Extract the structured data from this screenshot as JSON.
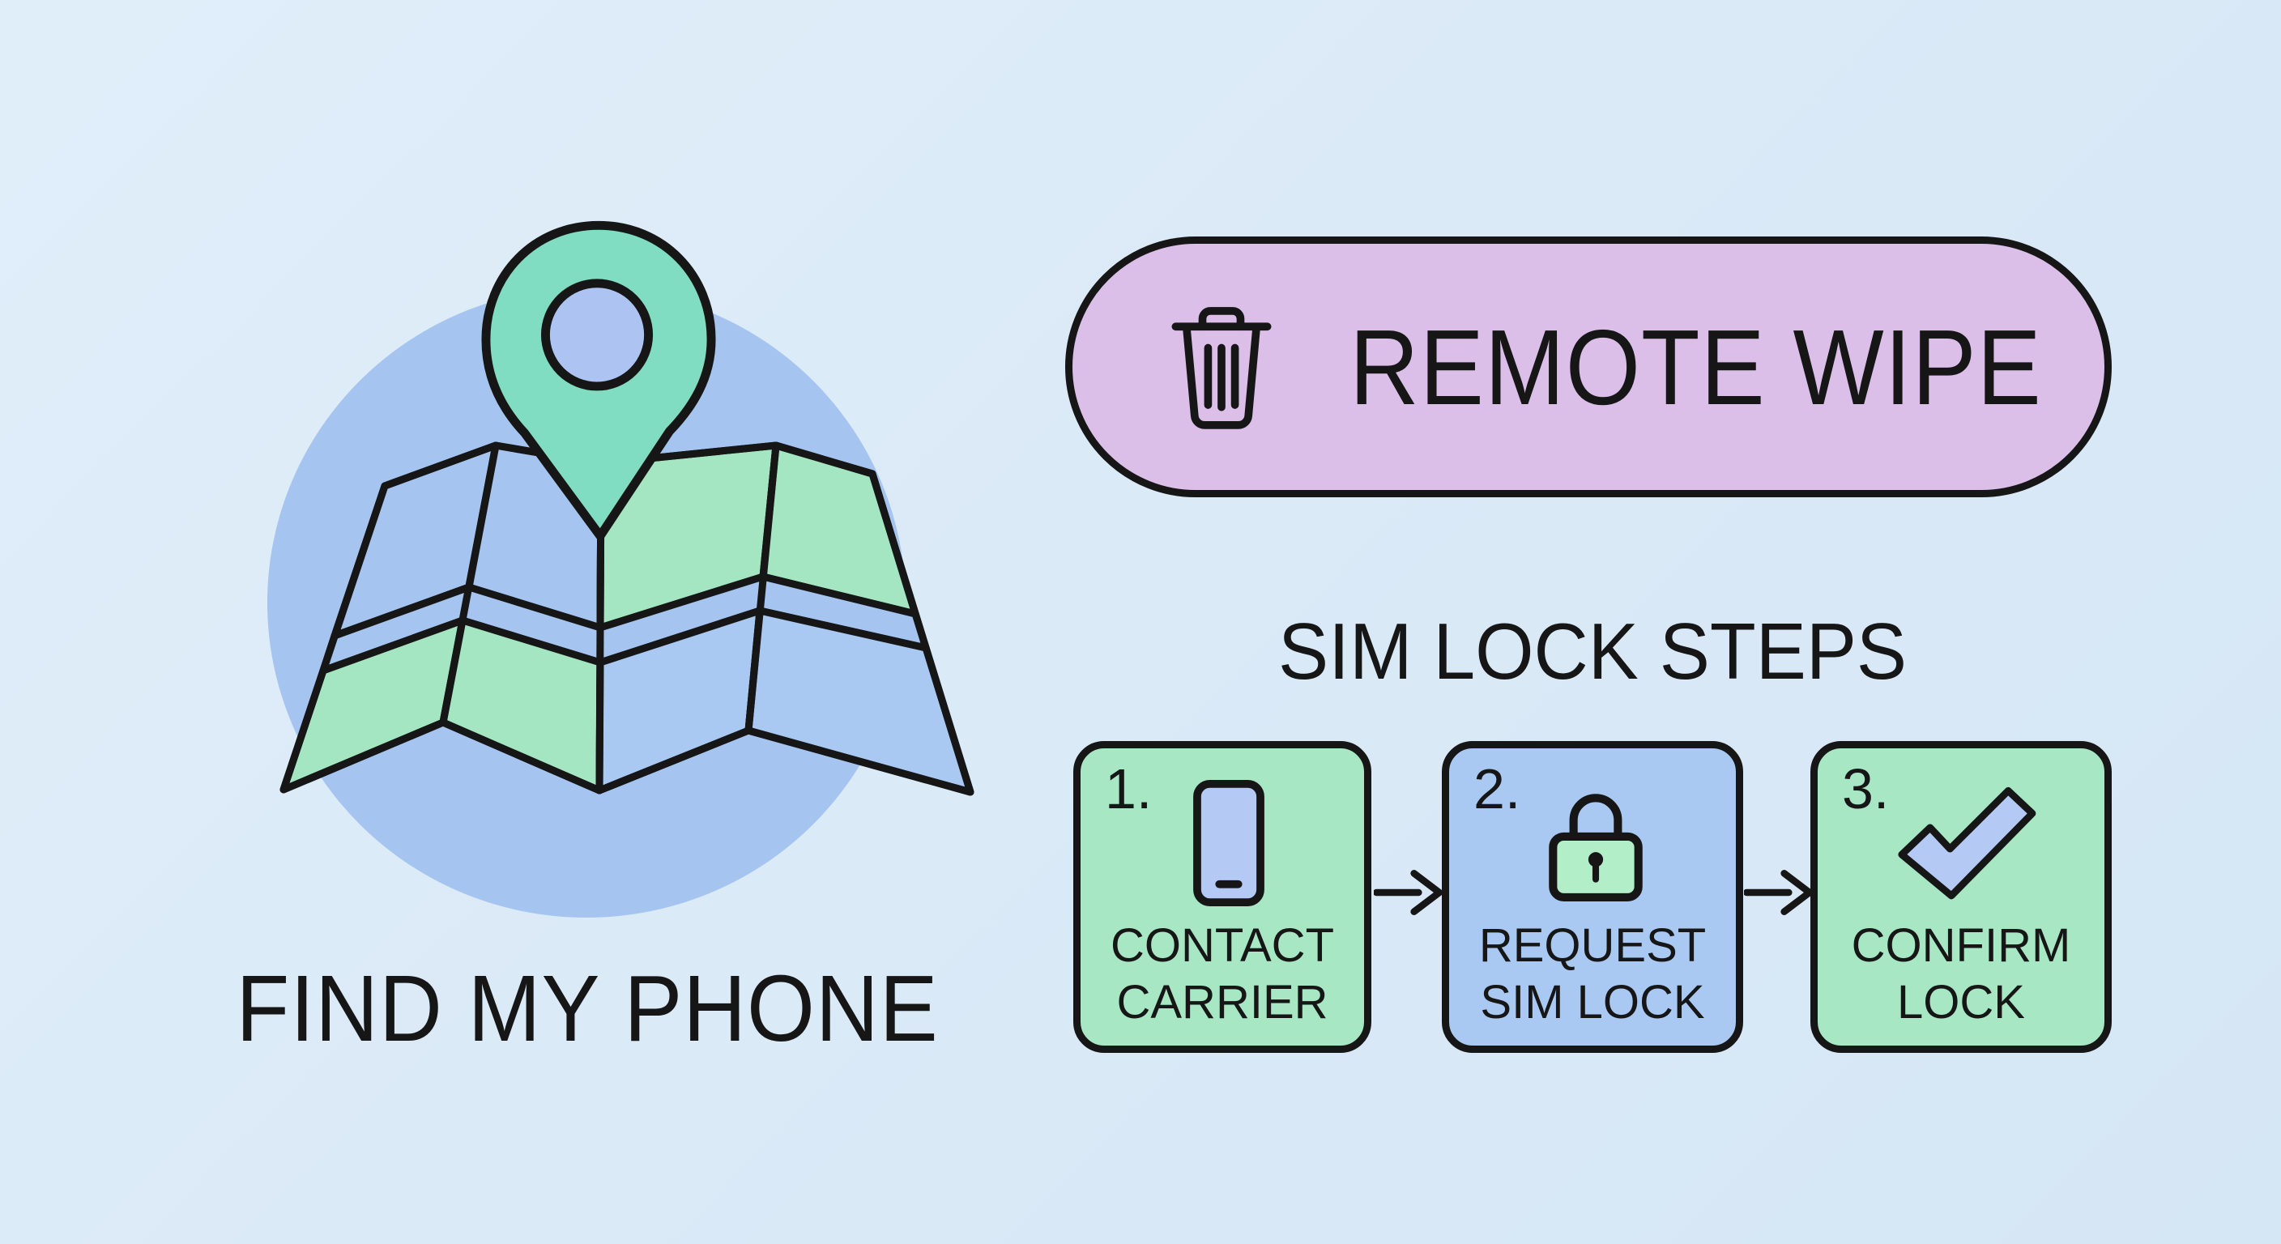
{
  "colors": {
    "background": "#dbeaf7",
    "ink": "#161616",
    "circle_blue": "#a5c5f0",
    "map_blue": "#a5c5f0",
    "map_green": "#a5e6c2",
    "pin_teal": "#80ddc1",
    "pin_hole_blue": "#adc4f2",
    "pill_lavender": "#dbbfe9",
    "box_green": "#a7e7c4",
    "box_blue": "#a9c9f2",
    "icon_fill_blue": "#b4c9f4",
    "lock_body_green": "#b2eec8"
  },
  "find_my_phone": {
    "label": "FIND MY PHONE",
    "icon": "map-location-pin-icon"
  },
  "remote_wipe": {
    "label": "REMOTE WIPE",
    "icon": "trash-icon"
  },
  "sim_lock": {
    "heading": "SIM LOCK STEPS",
    "connector_icon": "arrow-right-icon",
    "steps": [
      {
        "number": "1.",
        "icon": "smartphone-icon",
        "label_line1": "CONTACT",
        "label_line2": "CARRIER"
      },
      {
        "number": "2.",
        "icon": "padlock-icon",
        "label_line1": "REQUEST",
        "label_line2": "SIM LOCK"
      },
      {
        "number": "3.",
        "icon": "checkmark-icon",
        "label_line1": "CONFIRM",
        "label_line2": "LOCK"
      }
    ]
  }
}
